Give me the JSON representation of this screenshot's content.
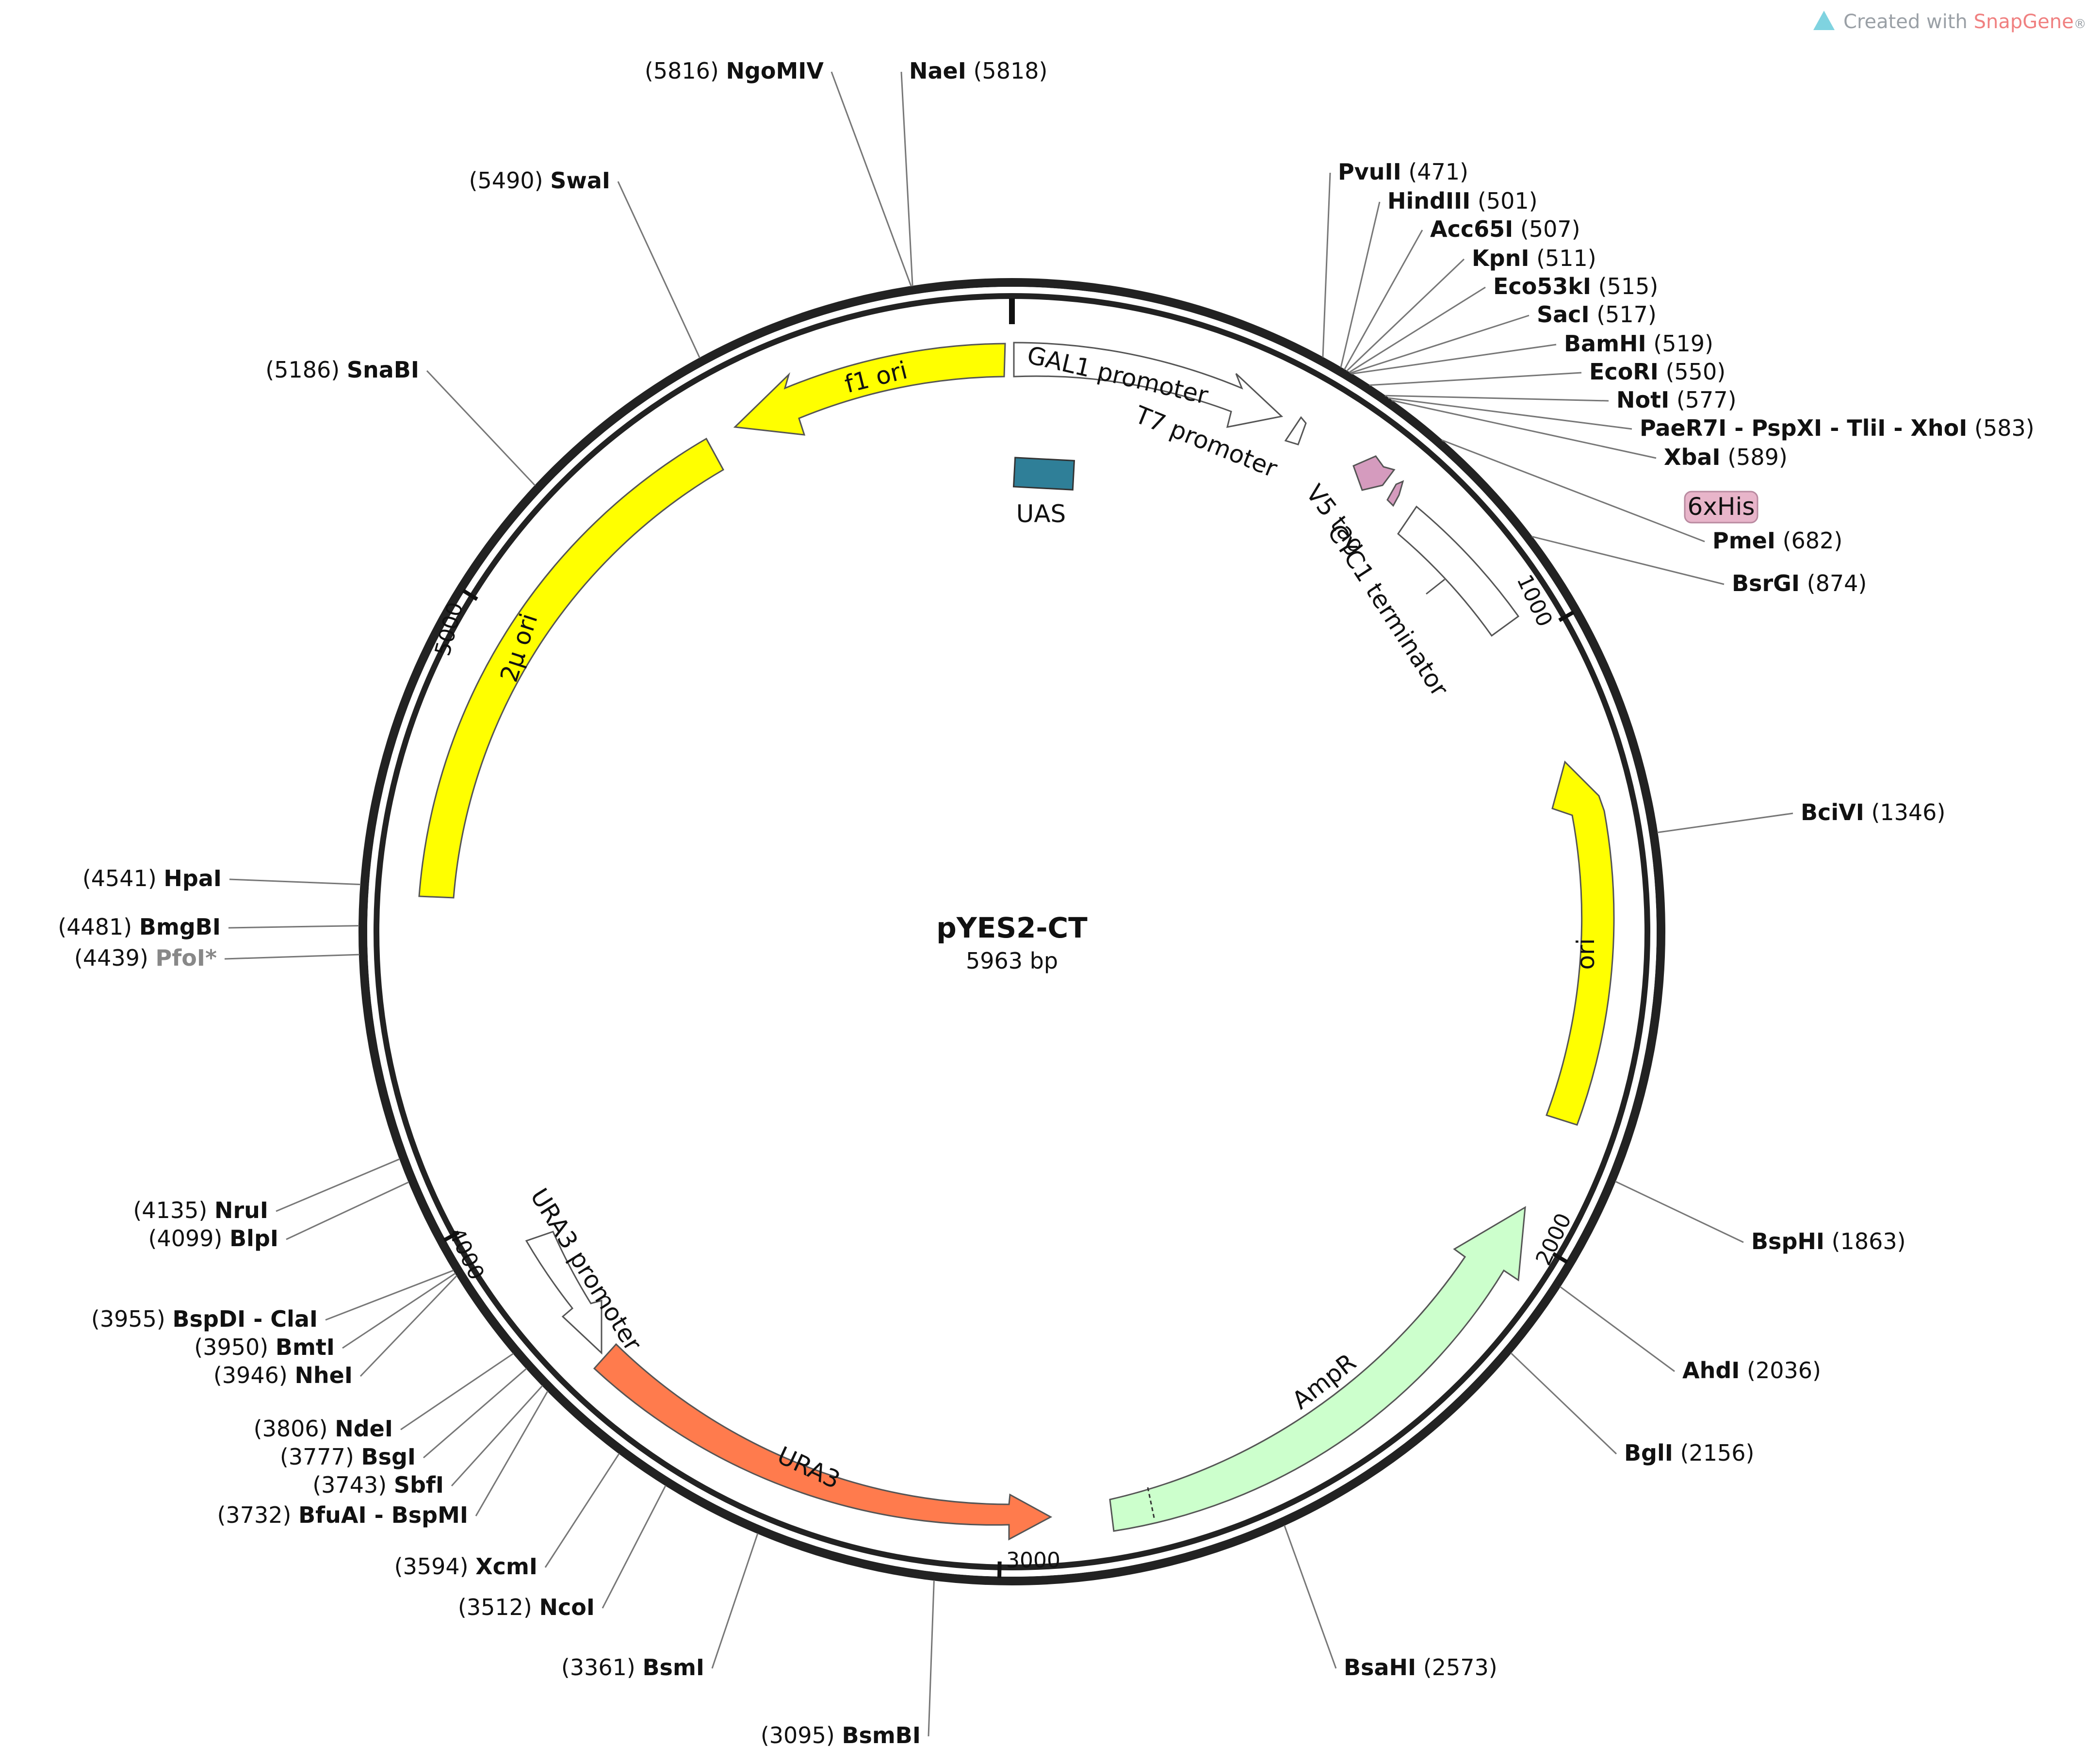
{
  "map": {
    "name": "pYES2-CT",
    "length_label": "5963 bp",
    "length": 5963,
    "watermark": {
      "prefix": "Created with ",
      "brand": "SnapGene",
      "suffix": "®"
    }
  },
  "ticks": [
    {
      "pos": 1000,
      "label": "1000"
    },
    {
      "pos": 2000,
      "label": "2000"
    },
    {
      "pos": 3000,
      "label": "3000"
    },
    {
      "pos": 4000,
      "label": "4000"
    },
    {
      "pos": 5000,
      "label": "5000"
    }
  ],
  "features": [
    {
      "name": "GAL1 promoter",
      "type": "promoter",
      "color": "#ffffff"
    },
    {
      "name": "T7 promoter",
      "type": "promoter",
      "color": "#ffffff"
    },
    {
      "name": "V5 tag",
      "type": "tag",
      "color": "#d59bbe"
    },
    {
      "name": "6xHis",
      "type": "tag",
      "color": "#e8b5ca"
    },
    {
      "name": "CYC1 terminator",
      "type": "terminator",
      "color": "#ffffff"
    },
    {
      "name": "UAS",
      "type": "misc",
      "color": "#2f7f98"
    },
    {
      "name": "f1 ori",
      "type": "ori",
      "color": "#ffff00"
    },
    {
      "name": "2µ ori",
      "type": "ori",
      "color": "#ffff00"
    },
    {
      "name": "ori",
      "type": "ori",
      "color": "#ffff00"
    },
    {
      "name": "AmpR",
      "type": "cds",
      "color": "#ccffcc"
    },
    {
      "name": "URA3",
      "type": "cds",
      "color": "#ff7b4d"
    },
    {
      "name": "URA3 promoter",
      "type": "promoter",
      "color": "#ffffff"
    }
  ],
  "sites": [
    {
      "name": "PvuII",
      "pos": 471
    },
    {
      "name": "HindIII",
      "pos": 501
    },
    {
      "name": "Acc65I",
      "pos": 507
    },
    {
      "name": "KpnI",
      "pos": 511
    },
    {
      "name": "Eco53kI",
      "pos": 515
    },
    {
      "name": "SacI",
      "pos": 517
    },
    {
      "name": "BamHI",
      "pos": 519
    },
    {
      "name": "EcoRI",
      "pos": 550
    },
    {
      "name": "NotI",
      "pos": 577
    },
    {
      "name": "PaeR7I - PspXI - TliI - XhoI",
      "pos": 583
    },
    {
      "name": "XbaI",
      "pos": 589
    },
    {
      "name": "PmeI",
      "pos": 682
    },
    {
      "name": "BsrGI",
      "pos": 874
    },
    {
      "name": "BciVI",
      "pos": 1346
    },
    {
      "name": "BspHI",
      "pos": 1863
    },
    {
      "name": "AhdI",
      "pos": 2036
    },
    {
      "name": "BglI",
      "pos": 2156
    },
    {
      "name": "BsaHI",
      "pos": 2573
    },
    {
      "name": "BsmBI",
      "pos": 3095
    },
    {
      "name": "BsmI",
      "pos": 3361
    },
    {
      "name": "NcoI",
      "pos": 3512
    },
    {
      "name": "XcmI",
      "pos": 3594
    },
    {
      "name": "BfuAI - BspMI",
      "pos": 3732
    },
    {
      "name": "SbfI",
      "pos": 3743
    },
    {
      "name": "BsgI",
      "pos": 3777
    },
    {
      "name": "NdeI",
      "pos": 3806
    },
    {
      "name": "NheI",
      "pos": 3946
    },
    {
      "name": "BmtI",
      "pos": 3950
    },
    {
      "name": "BspDI - ClaI",
      "pos": 3955
    },
    {
      "name": "BlpI",
      "pos": 4099
    },
    {
      "name": "NruI",
      "pos": 4135
    },
    {
      "name": "PfoI*",
      "pos": 4439,
      "dim": true
    },
    {
      "name": "BmgBI",
      "pos": 4481
    },
    {
      "name": "HpaI",
      "pos": 4541
    },
    {
      "name": "SnaBI",
      "pos": 5186
    },
    {
      "name": "SwaI",
      "pos": 5490
    },
    {
      "name": "NgoMIV",
      "pos": 5816
    },
    {
      "name": "NaeI",
      "pos": 5818
    }
  ]
}
